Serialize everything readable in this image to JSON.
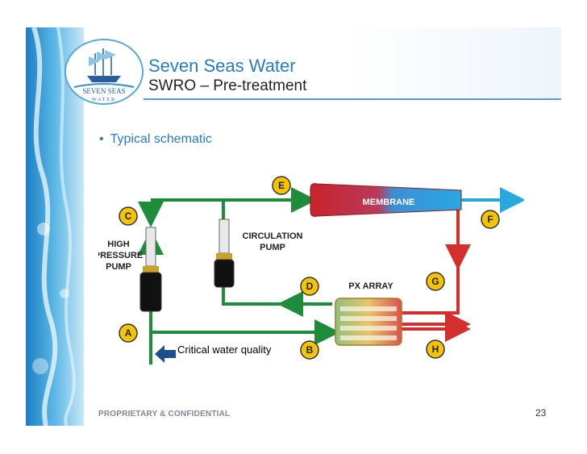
{
  "slide": {
    "company": "Seven Seas Water",
    "title": "SWRO – Pre-treatment",
    "bullet": "Typical schematic",
    "footer": "PROPRIETARY & CONFIDENTIAL",
    "page_number": "23"
  },
  "logo": {
    "brand": "SEVEN SEAS",
    "tagline": "WATER"
  },
  "diagram": {
    "points": [
      "A",
      "B",
      "C",
      "D",
      "E",
      "F",
      "G",
      "H"
    ],
    "labels": {
      "high_pressure_pump": [
        "HIGH",
        "PRESSURE",
        "PUMP"
      ],
      "circulation_pump": [
        "CIRCULATION",
        "PUMP"
      ],
      "membrane": "MEMBRANE",
      "px_array": "PX ARRAY"
    },
    "callout": "Critical water quality",
    "colors": {
      "green_line": "#1e8c3a",
      "red_line": "#d32f2f",
      "blue_line": "#29a8e0",
      "marker_fill": "#f5c400",
      "callout_arrow": "#1d4f8a"
    }
  }
}
